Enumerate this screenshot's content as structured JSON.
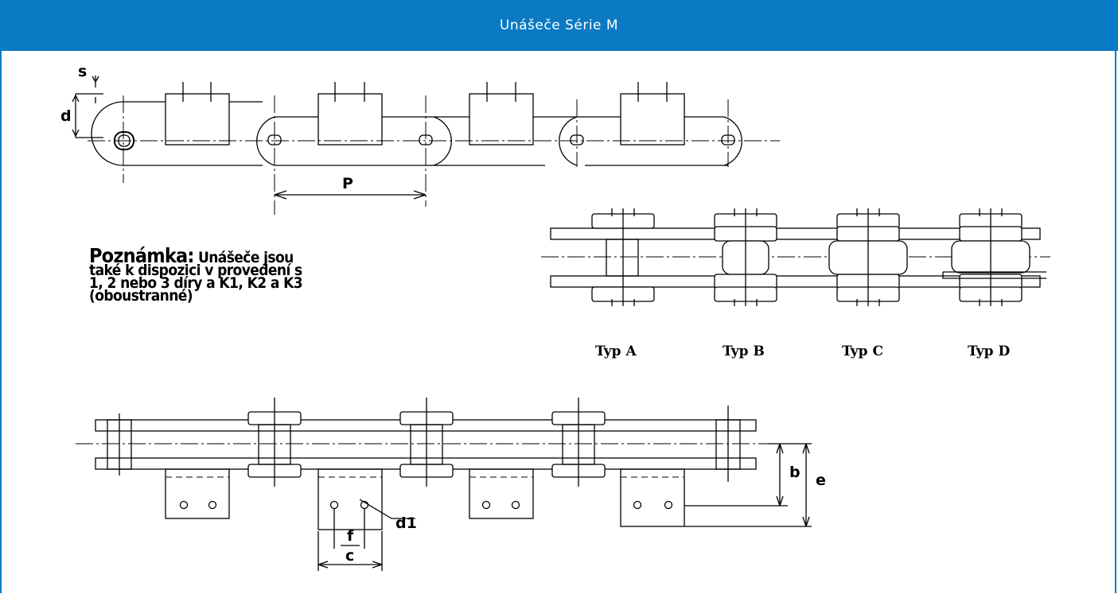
{
  "header": {
    "title": "Unášeče Série M"
  },
  "note": {
    "lead": "Poznámka:",
    "text": "Unášeče jsou také k dispozici v provedení s 1, 2 nebo 3 díry a K1, K2 a K3 (oboustranné)"
  },
  "diagram": {
    "top_labels": {
      "pitch": "P",
      "s": "s",
      "d": "d"
    },
    "types": [
      "Typ A",
      "Typ B",
      "Typ C",
      "Typ D"
    ],
    "bottom_labels": {
      "d1": "d1",
      "f": "f",
      "c": "c",
      "b": "b",
      "e": "e"
    }
  },
  "colors": {
    "header_bg": "#0a7ac4",
    "header_text": "#ffffff"
  }
}
